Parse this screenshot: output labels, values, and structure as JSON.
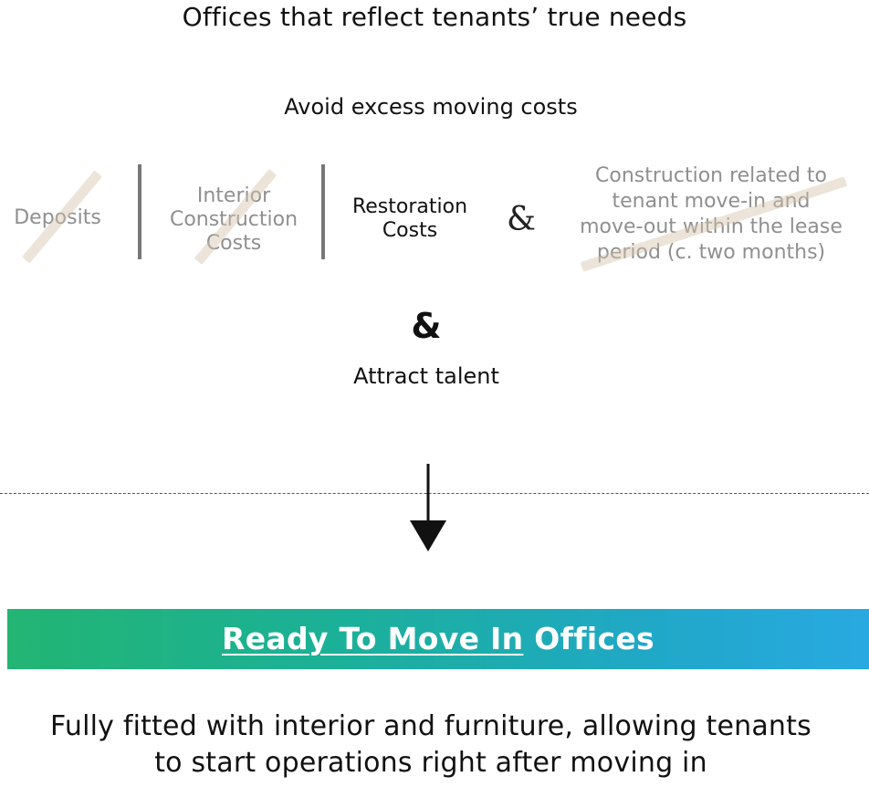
{
  "title": "Offices that reflect tenants’ true needs",
  "subtitle": "Avoid excess moving costs",
  "costs": {
    "deposits": "Deposits",
    "interior_line1": "Interior",
    "interior_line2": "Construction",
    "interior_line3": "Costs",
    "restoration_line1": "Restoration",
    "restoration_line2": "Costs",
    "ampersand": "&",
    "construction_line1": "Construction related to",
    "construction_line2": "tenant move-in and",
    "construction_line3": "move-out within the lease",
    "construction_line4": "period (c. two months)"
  },
  "joiner": "&",
  "talent": "Attract talent",
  "banner": {
    "underlined": "Ready To Move In",
    "rest": " Offices"
  },
  "footer": {
    "line1": "Fully fitted with interior and furniture, allowing tenants",
    "line2": "to start operations right after moving in"
  },
  "colors": {
    "banner_start": "#22b573",
    "banner_end": "#28a9e1",
    "struck_text": "#8f8f8f",
    "strike_mark": "#d6c4aa"
  }
}
